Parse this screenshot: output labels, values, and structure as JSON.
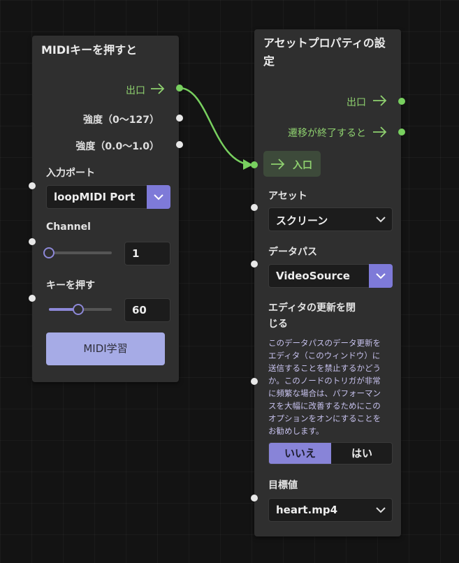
{
  "node_midi": {
    "title": "MIDIキーを押すと",
    "outputs": [
      {
        "label": "出口"
      },
      {
        "label": "強度（0〜127）"
      },
      {
        "label": "強度（0.0〜1.0）"
      }
    ],
    "input_port": {
      "label": "入力ポート",
      "value": "loopMIDI Port"
    },
    "channel": {
      "label": "Channel",
      "value": "1",
      "fraction": 0.0
    },
    "key": {
      "label": "キーを押す",
      "value": "60",
      "fraction": 0.47
    },
    "learn_button": "MIDI学習"
  },
  "node_asset": {
    "title_line1": "アセットプロパティの設",
    "title_line2": "定",
    "outputs": [
      {
        "label": "出口"
      },
      {
        "label": "遷移が終了すると"
      }
    ],
    "input": {
      "label": "入口"
    },
    "asset": {
      "label": "アセット",
      "value": "スクリーン"
    },
    "data_path": {
      "label": "データパス",
      "value": "VideoSource"
    },
    "block_editor": {
      "label_line1": "エディタの更新を閉",
      "label_line2": "じる",
      "description_lines": [
        "このデータパスのデータ更新を",
        "エディタ（このウィンドウ）に",
        "送信することを禁止するかどう",
        "か。このノードのトリガが非常",
        "に頻繁な場合は、パフォーマン",
        "スを大幅に改善するためにこの",
        "オプションをオンにすることを",
        "お勧めします。"
      ],
      "options": [
        "いいえ",
        "はい"
      ],
      "selected": "いいえ"
    },
    "target": {
      "label": "目標値",
      "value": "heart.mp4"
    }
  },
  "colors": {
    "accent": "#8884d8",
    "flow_green": "#78d05f",
    "node_bg": "#2f2f2f"
  }
}
